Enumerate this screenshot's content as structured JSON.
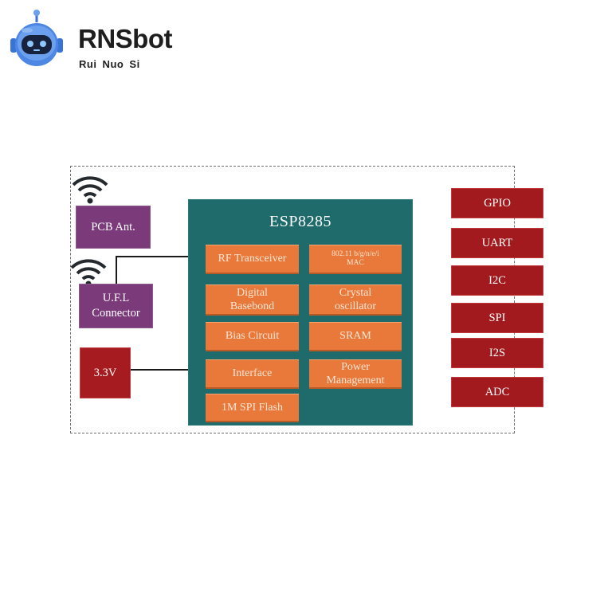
{
  "logo": {
    "name": "RNSbot",
    "subtitle": "Rui  Nuo Si"
  },
  "diagram": {
    "chip_title": "ESP8285",
    "external": {
      "pcb_antenna": "PCB Ant.",
      "ufl_line1": "U.F.L",
      "ufl_line2": "Connector",
      "power": "3.3V"
    },
    "modules": {
      "rf_transceiver": "RF Transceiver",
      "wifi_std_line1": "802.11 b/g/n/e/i",
      "wifi_std_line2": "MAC",
      "digital_line1": "Digital",
      "digital_line2": "Basebond",
      "crystal_line1": "Crystal",
      "crystal_line2": "oscillator",
      "bias": "Bias Circuit",
      "sram": "SRAM",
      "interface": "Interface",
      "power_line1": "Power",
      "power_line2": "Management",
      "flash": "1M SPI Flash"
    },
    "interfaces": [
      "GPIO",
      "UART",
      "I2C",
      "SPI",
      "I2S",
      "ADC"
    ]
  },
  "colors": {
    "chip": "#1f6b6b",
    "module": "#e9793a",
    "external_purple": "#7b3b7b",
    "external_red": "#a61b1f",
    "interface_red": "#a21a1e"
  },
  "icons": [
    "robot-logo-icon",
    "wifi-icon"
  ]
}
